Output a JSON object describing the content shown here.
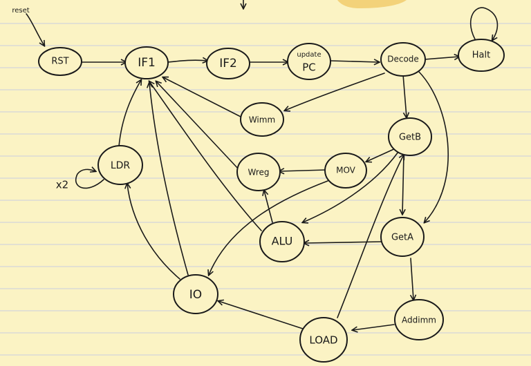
{
  "nodes": {
    "rst": "RST",
    "if1": "IF1",
    "if2": "IF2",
    "update_pc_top": "update",
    "update_pc_bottom": "PC",
    "decode": "Decode",
    "halt": "Halt",
    "wimm": "Wimm",
    "getb": "GetB",
    "mov": "MOV",
    "wreg": "Wreg",
    "ldr": "LDR",
    "alu": "ALU",
    "geta": "GetA",
    "io": "IO",
    "addimm": "Addimm",
    "load": "LOAD"
  },
  "labels": {
    "reset": "reset",
    "ldr_loop": "x2"
  },
  "colors": {
    "paper": "#fbf3c4",
    "ink": "#1a1a1a",
    "rule_line": "#c9cde0",
    "sticky_note": "#f3d27a"
  }
}
